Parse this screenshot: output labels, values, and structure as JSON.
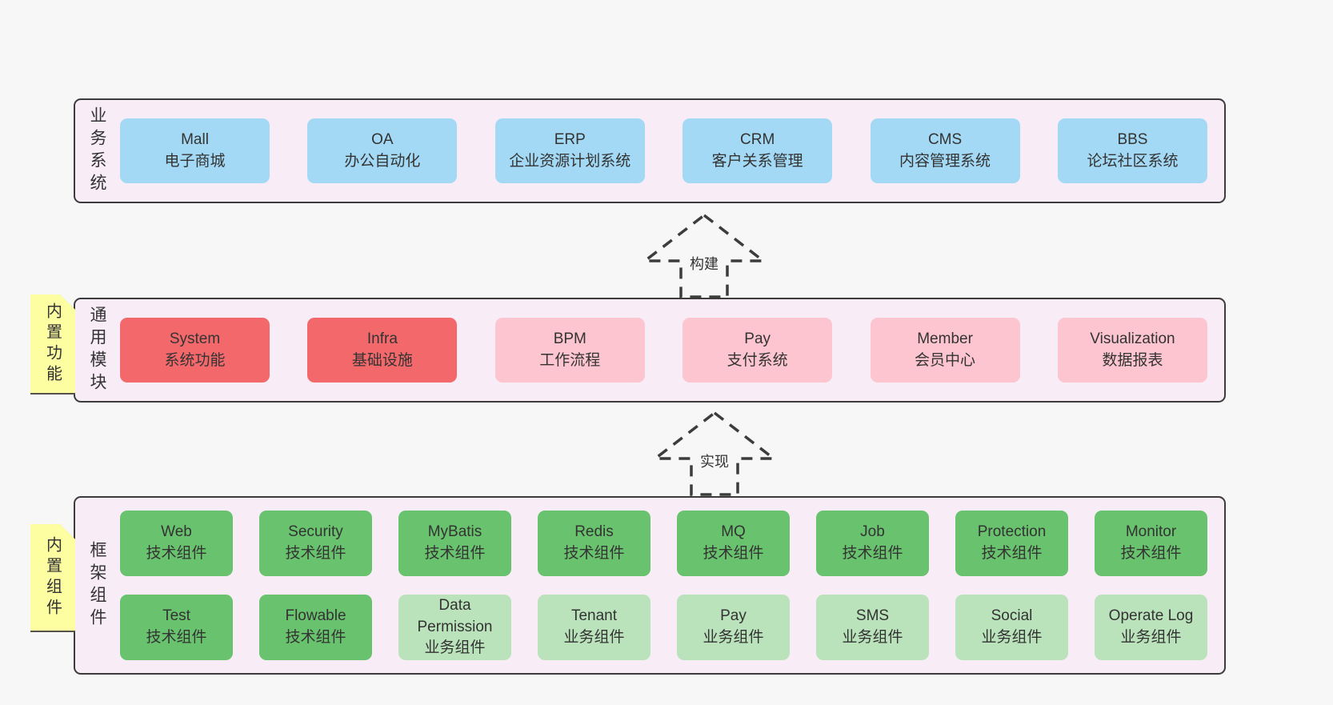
{
  "colors": {
    "pagebg": "#f7f7f7",
    "bandbg": "#f8edf7",
    "line": "#3c3c3c",
    "blue": "#a3d9f4",
    "red": "#f3696b",
    "pink": "#fcc5cf",
    "greendark": "#69c26d",
    "greenlight": "#bae3bb",
    "yellow": "#fdfda2",
    "fold": "#c9c9c9"
  },
  "diagram": {
    "arrows": [
      {
        "label": "构建"
      },
      {
        "label": "实现"
      }
    ],
    "bands": [
      {
        "key": "business-systems",
        "label": "业务系统",
        "note": null,
        "rows": [
          [
            {
              "title": "Mall",
              "subtitle": "电子商城",
              "variant": "blue"
            },
            {
              "title": "OA",
              "subtitle": "办公自动化",
              "variant": "blue"
            },
            {
              "title": "ERP",
              "subtitle": "企业资源计划系统",
              "variant": "blue"
            },
            {
              "title": "CRM",
              "subtitle": "客户关系管理",
              "variant": "blue"
            },
            {
              "title": "CMS",
              "subtitle": "内容管理系统",
              "variant": "blue"
            },
            {
              "title": "BBS",
              "subtitle": "论坛社区系统",
              "variant": "blue"
            }
          ]
        ]
      },
      {
        "key": "common-modules",
        "label": "通用模块",
        "note": "内置功能",
        "rows": [
          [
            {
              "title": "System",
              "subtitle": "系统功能",
              "variant": "red"
            },
            {
              "title": "Infra",
              "subtitle": "基础设施",
              "variant": "red"
            },
            {
              "title": "BPM",
              "subtitle": "工作流程",
              "variant": "pink"
            },
            {
              "title": "Pay",
              "subtitle": "支付系统",
              "variant": "pink"
            },
            {
              "title": "Member",
              "subtitle": "会员中心",
              "variant": "pink"
            },
            {
              "title": "Visualization",
              "subtitle": "数据报表",
              "variant": "pink"
            }
          ]
        ]
      },
      {
        "key": "framework-components",
        "label": "框架组件",
        "note": "内置组件",
        "rows": [
          [
            {
              "title": "Web",
              "subtitle": "技术组件",
              "variant": "green-dark"
            },
            {
              "title": "Security",
              "subtitle": "技术组件",
              "variant": "green-dark"
            },
            {
              "title": "MyBatis",
              "subtitle": "技术组件",
              "variant": "green-dark"
            },
            {
              "title": "Redis",
              "subtitle": "技术组件",
              "variant": "green-dark"
            },
            {
              "title": "MQ",
              "subtitle": "技术组件",
              "variant": "green-dark"
            },
            {
              "title": "Job",
              "subtitle": "技术组件",
              "variant": "green-dark"
            },
            {
              "title": "Protection",
              "subtitle": "技术组件",
              "variant": "green-dark"
            },
            {
              "title": "Monitor",
              "subtitle": "技术组件",
              "variant": "green-dark"
            }
          ],
          [
            {
              "title": "Test",
              "subtitle": "技术组件",
              "variant": "green-dark"
            },
            {
              "title": "Flowable",
              "subtitle": "技术组件",
              "variant": "green-dark"
            },
            {
              "title": "Data Permission",
              "subtitle": "业务组件",
              "variant": "green-light"
            },
            {
              "title": "Tenant",
              "subtitle": "业务组件",
              "variant": "green-light"
            },
            {
              "title": "Pay",
              "subtitle": "业务组件",
              "variant": "green-light"
            },
            {
              "title": "SMS",
              "subtitle": "业务组件",
              "variant": "green-light"
            },
            {
              "title": "Social",
              "subtitle": "业务组件",
              "variant": "green-light"
            },
            {
              "title": "Operate Log",
              "subtitle": "业务组件",
              "variant": "green-light"
            }
          ]
        ]
      }
    ]
  }
}
